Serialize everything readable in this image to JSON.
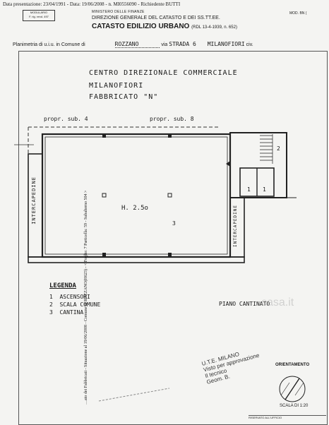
{
  "header": {
    "presentation": "Data presentazione: 23/04/1991 - Data: 19/06/2008 - n. MI0556090 - Richiedente BUTTI",
    "stamp_line1": "MODULARIO",
    "stamp_line2": "F. rig. rend. 497",
    "ministry": "MINISTERO DELLE FINANZE",
    "direction": "DIREZIONE GENERALE DEL CATASTO E DEI SS.TT.EE.",
    "catasto": "CATASTO EDILIZIO URBANO",
    "rdl": "(RDL 13-4-1939, n. 652)",
    "mod": "MOD. BN ("
  },
  "plan_line": {
    "prefix": "Planimetria di u.i.u. in Comune di",
    "comune": "ROZZANO",
    "via_label": "via",
    "via": "STRADA 6",
    "place": "MILANOFIORI",
    "civ": "civ."
  },
  "side_text": "…ato dei Fabbricati - Situazione al 19/06/2008 - Comune di ROZZANO(H623) - < Foglio: 7 Particella: 59 - Subalterno 504 >",
  "titles": [
    "CENTRO  DIREZIONALE  COMMERCIALE",
    "MILANOFIORI",
    "FABBRICATO  \"N\""
  ],
  "plan": {
    "propr_left": "propr. sub. 4",
    "propr_right": "propr. sub. 8",
    "height": "H. 2.5o",
    "room_num": "3",
    "stair_num": "2",
    "lift_num_a": "1",
    "lift_num_b": "1",
    "intercap_left": "INTERCAPEDINE",
    "intercap_right": "INTERCAPEDINE"
  },
  "legend": {
    "title": "LEGENDA",
    "items": [
      {
        "num": "1",
        "label": "ASCENSORI"
      },
      {
        "num": "2",
        "label": "SCALA COMUNE"
      },
      {
        "num": "3",
        "label": "CANTINA"
      }
    ]
  },
  "piano": "PIANO  CANTINATO",
  "stamp_ute": {
    "line1": "U.T.E. MILANO",
    "line2": "Visto per approvazione",
    "line3": "Il tecnico",
    "line4": "Geom. B."
  },
  "orientamento": "ORIENTAMENTO",
  "scala": "SCALA DI 1:20",
  "riservato": "RISERVATO ALL'UFFICIO",
  "watermark": "casa.it"
}
